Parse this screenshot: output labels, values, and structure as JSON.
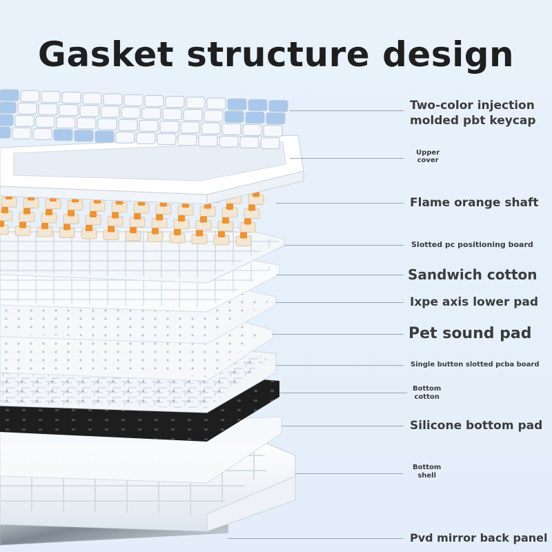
{
  "title": "Gasket structure design",
  "layers": [
    {
      "id": "keycap",
      "lines": [
        "Two-color injection",
        "molded pbt keycap"
      ]
    },
    {
      "id": "upper_cover",
      "lines": [
        "Upper",
        "cover"
      ]
    },
    {
      "id": "switch",
      "lines": [
        "Flame orange shaft"
      ]
    },
    {
      "id": "positioning_board",
      "lines": [
        "Slotted pc positioning board"
      ]
    },
    {
      "id": "sandwich_cotton",
      "lines": [
        "Sandwich cotton"
      ]
    },
    {
      "id": "ixpe_pad",
      "lines": [
        "Ixpe axis lower pad"
      ]
    },
    {
      "id": "pet_pad",
      "lines": [
        "Pet sound pad"
      ]
    },
    {
      "id": "pcba",
      "lines": [
        "Single button slotted pcba board"
      ]
    },
    {
      "id": "bottom_cotton",
      "lines": [
        "Bottom",
        "cotton"
      ]
    },
    {
      "id": "silicone_pad",
      "lines": [
        "Silicone bottom pad"
      ]
    },
    {
      "id": "bottom_shell",
      "lines": [
        "Bottom",
        "shell"
      ]
    },
    {
      "id": "mirror_panel",
      "lines": [
        "Pvd mirror back panel"
      ]
    }
  ],
  "colors": {
    "background": "#e6f0fa",
    "keycap_blue": "#a9c8ec",
    "switch_orange": "#f0922e",
    "cotton_black": "#1e1e1e"
  }
}
